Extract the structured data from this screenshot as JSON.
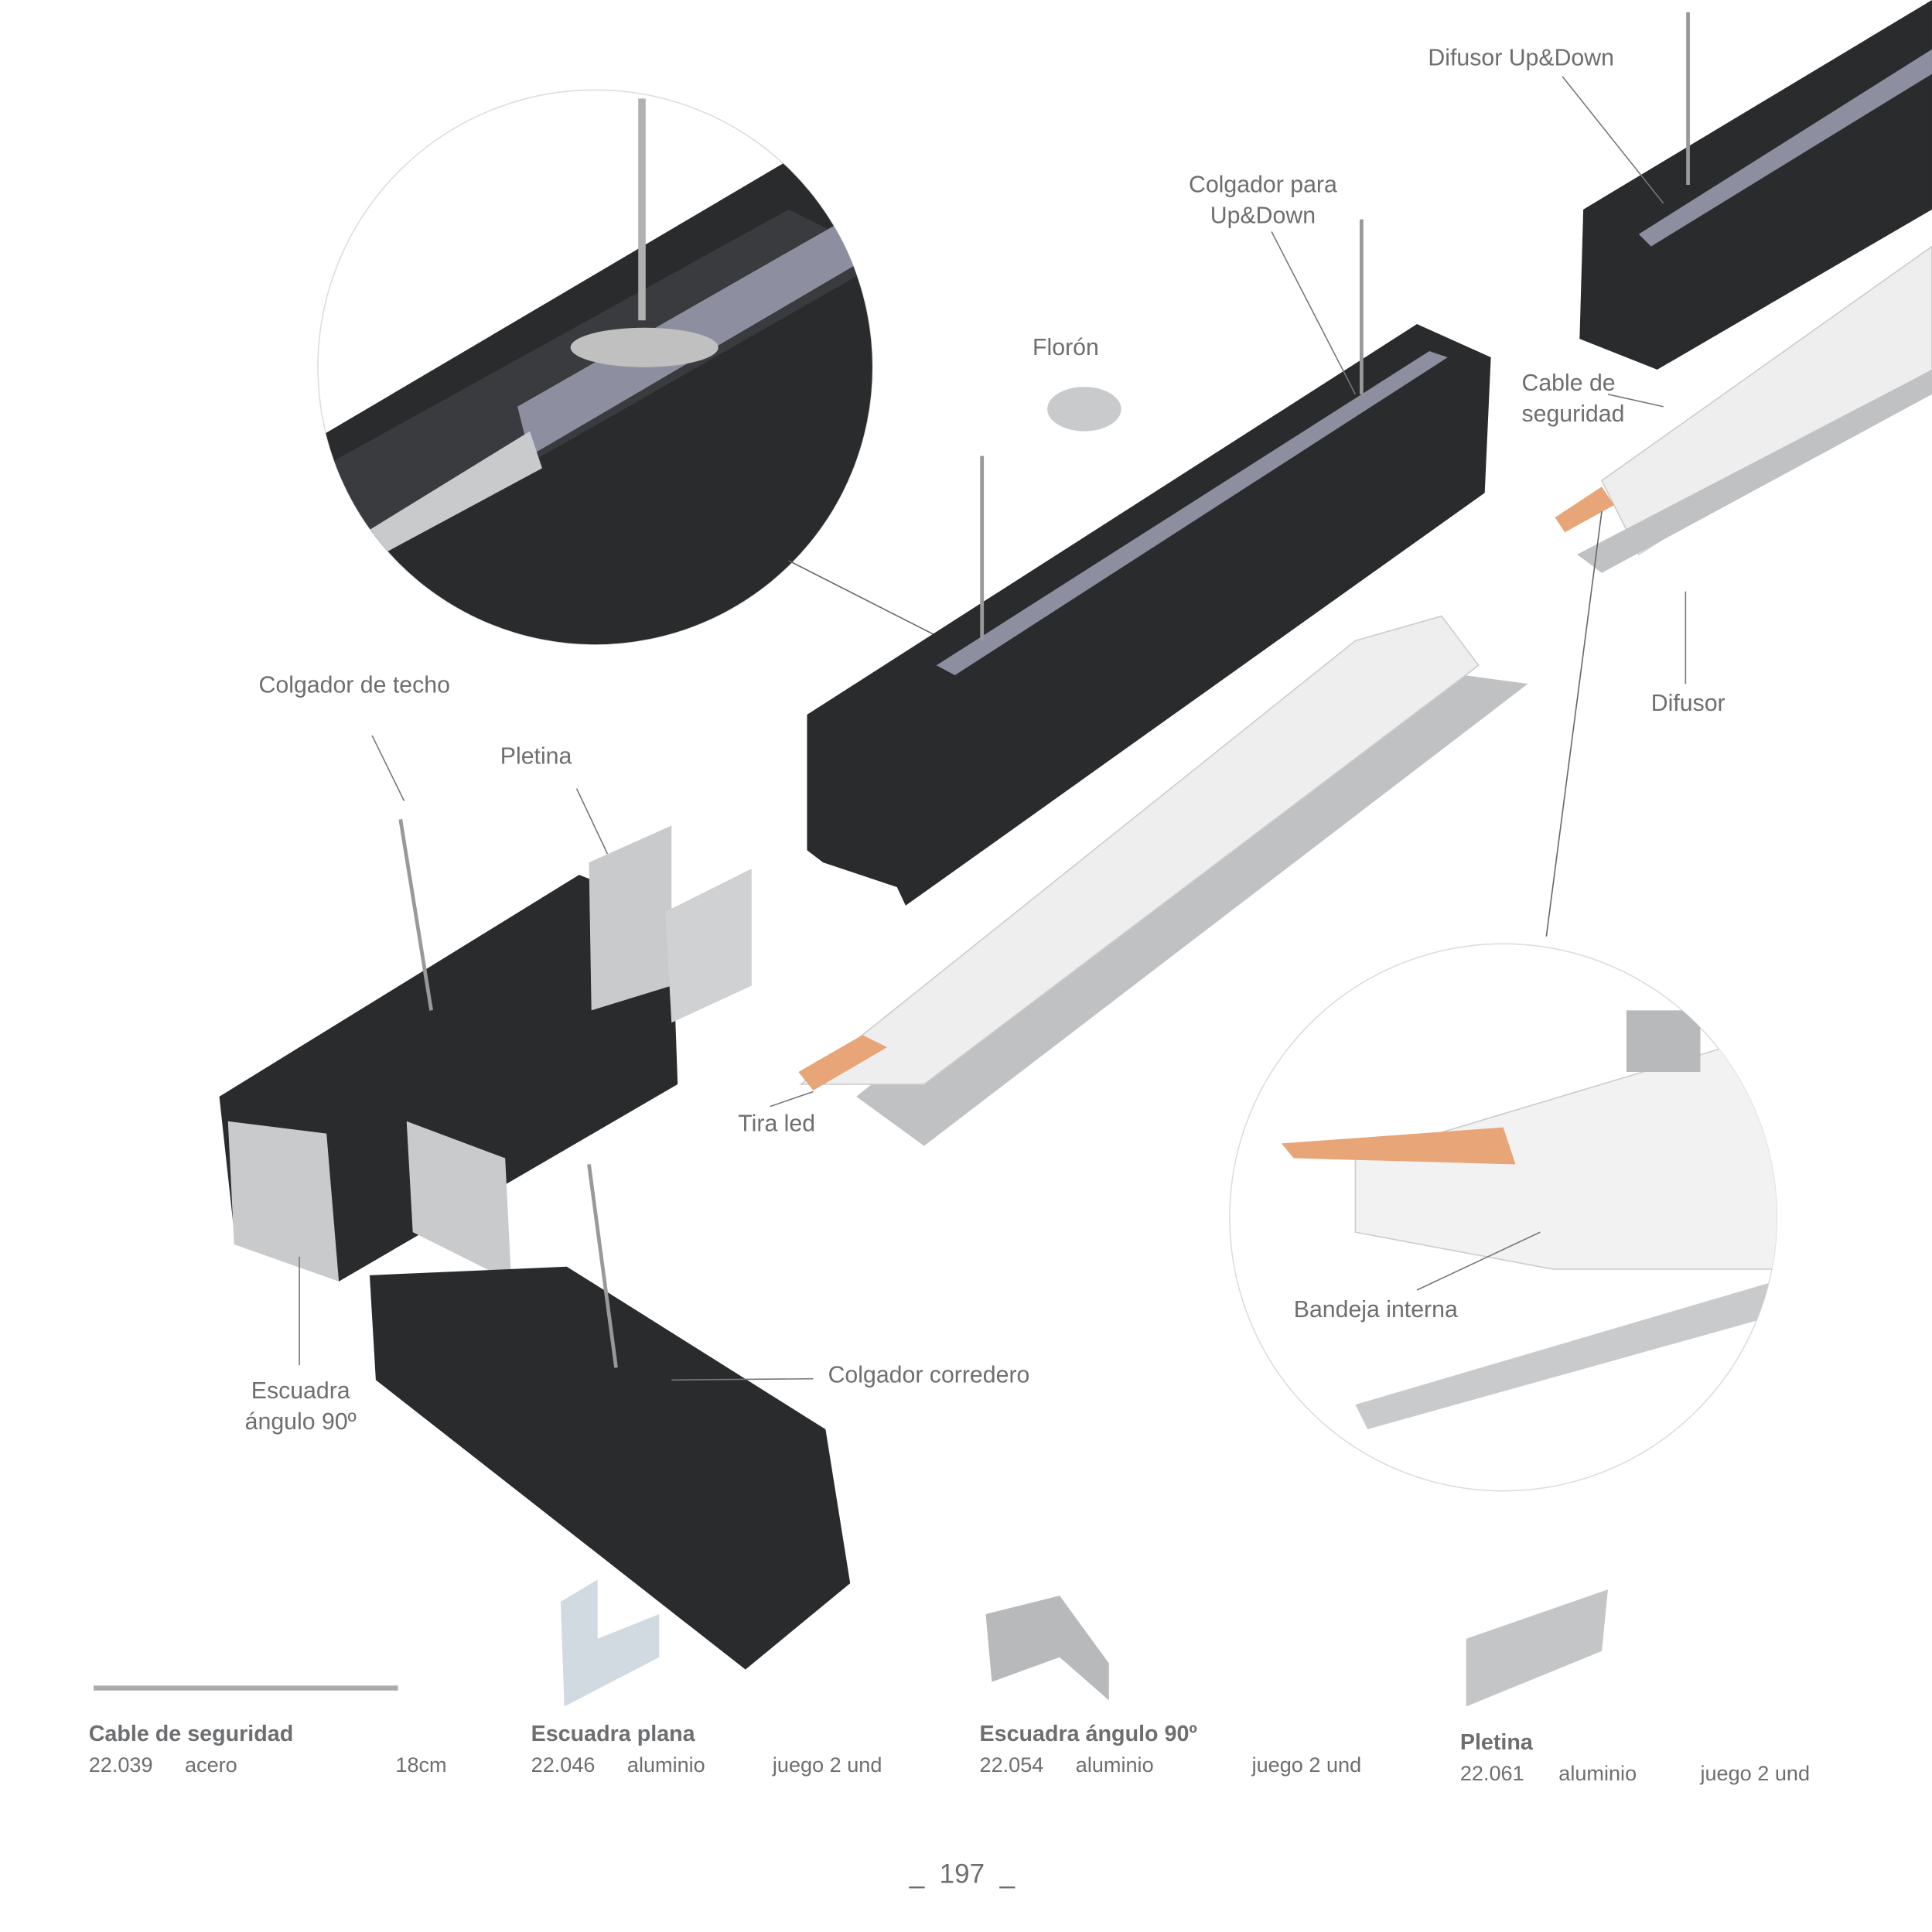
{
  "callouts": {
    "difusor_updown": "Difusor Up&Down",
    "colgador_updown_1": "Colgador para",
    "colgador_updown_2": "Up&Down",
    "floron": "Florón",
    "cable_seguridad_1": "Cable de",
    "cable_seguridad_2": "seguridad",
    "difusor": "Difusor",
    "colgador_techo": "Colgador de techo",
    "pletina": "Pletina",
    "tira_led": "Tira led",
    "bandeja_interna": "Bandeja interna",
    "escuadra_1": "Escuadra",
    "escuadra_2": "ángulo 90º",
    "colgador_corredero": "Colgador corredero"
  },
  "accessories": [
    {
      "name": "Cable de seguridad",
      "code": "22.039",
      "material": "acero",
      "extra": "18cm"
    },
    {
      "name": "Escuadra plana",
      "code": "22.046",
      "material": "aluminio",
      "extra": "juego 2 und"
    },
    {
      "name": "Escuadra ángulo 90º",
      "code": "22.054",
      "material": "aluminio",
      "extra": "juego 2 und"
    },
    {
      "name": "Pletina",
      "code": "22.061",
      "material": "aluminio",
      "extra": "juego 2 und"
    }
  ],
  "page_number": "_  197  _",
  "colors": {
    "profile": "#2a2b2d",
    "led": "#e8a577",
    "aluminium": "#c9cacc",
    "text": "#6d6e70"
  }
}
